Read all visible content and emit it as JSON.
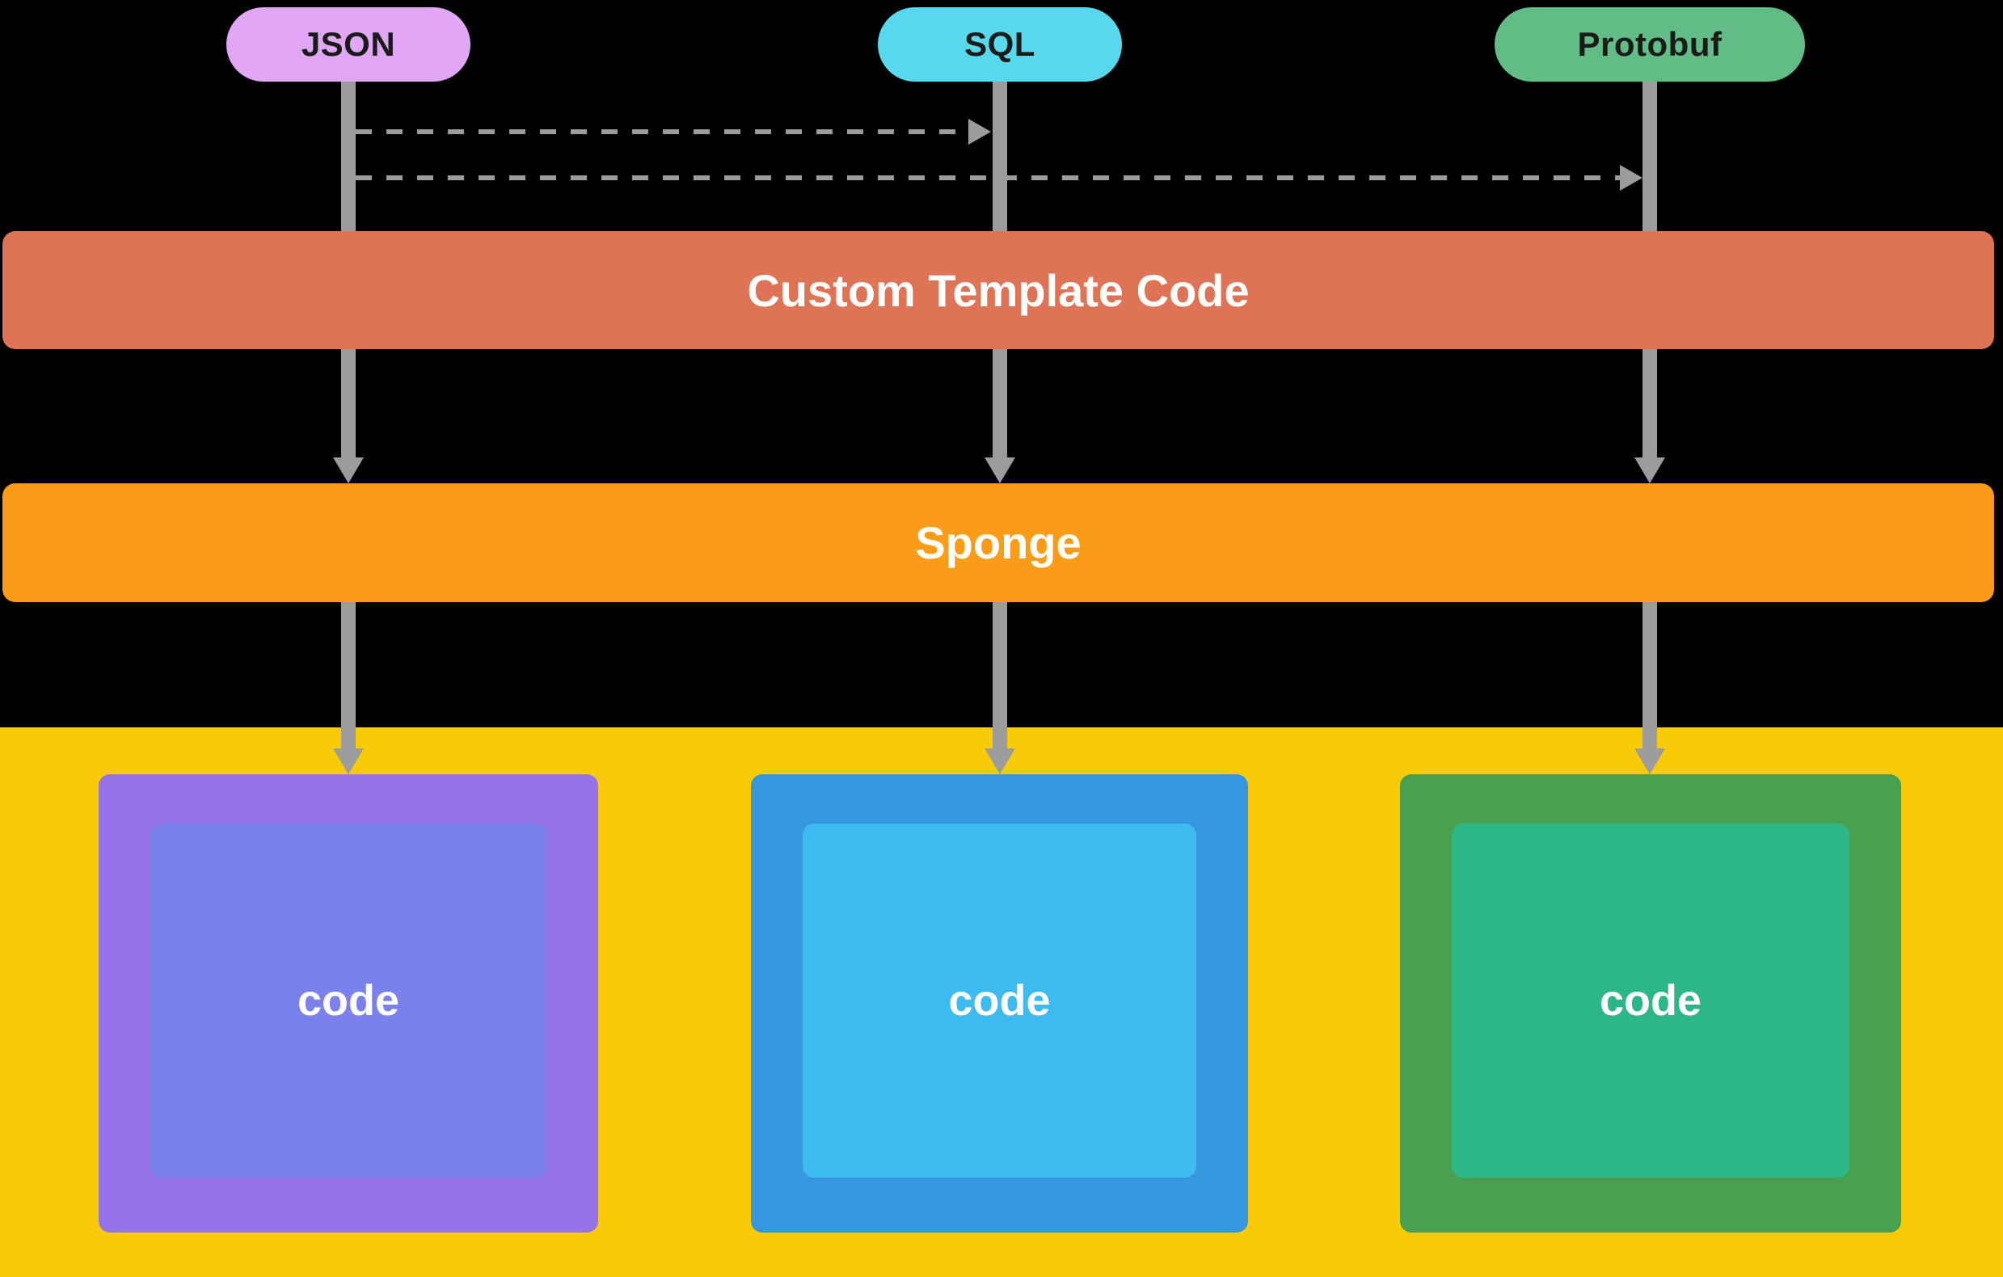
{
  "diagram": {
    "background_color": "#000000",
    "arrow_color": "#9C9C9C",
    "sources": [
      {
        "id": "json",
        "label": "JSON",
        "color": "#E1A6F6"
      },
      {
        "id": "sql",
        "label": "SQL",
        "color": "#58D8EC"
      },
      {
        "id": "protobuf",
        "label": "Protobuf",
        "color": "#61BC85"
      }
    ],
    "dashed_flows": [
      {
        "from": "json",
        "to": "sql"
      },
      {
        "from": "json",
        "to": "protobuf"
      }
    ],
    "layers": [
      {
        "id": "custom-template-code",
        "label": "Custom Template Code",
        "color": "#DE7355"
      },
      {
        "id": "sponge",
        "label": "Sponge",
        "color": "#FA9C18"
      }
    ],
    "output_area": {
      "color": "#F9CA06"
    },
    "outputs": [
      {
        "id": "json-code",
        "label": "code",
        "outer_color": "#9674E7",
        "inner_color": "#7A80EC"
      },
      {
        "id": "sql-code",
        "label": "code",
        "outer_color": "#3697DF",
        "inner_color": "#3DBBF1"
      },
      {
        "id": "protobuf-code",
        "label": "code",
        "outer_color": "#49A050",
        "inner_color": "#2DB787"
      }
    ]
  }
}
